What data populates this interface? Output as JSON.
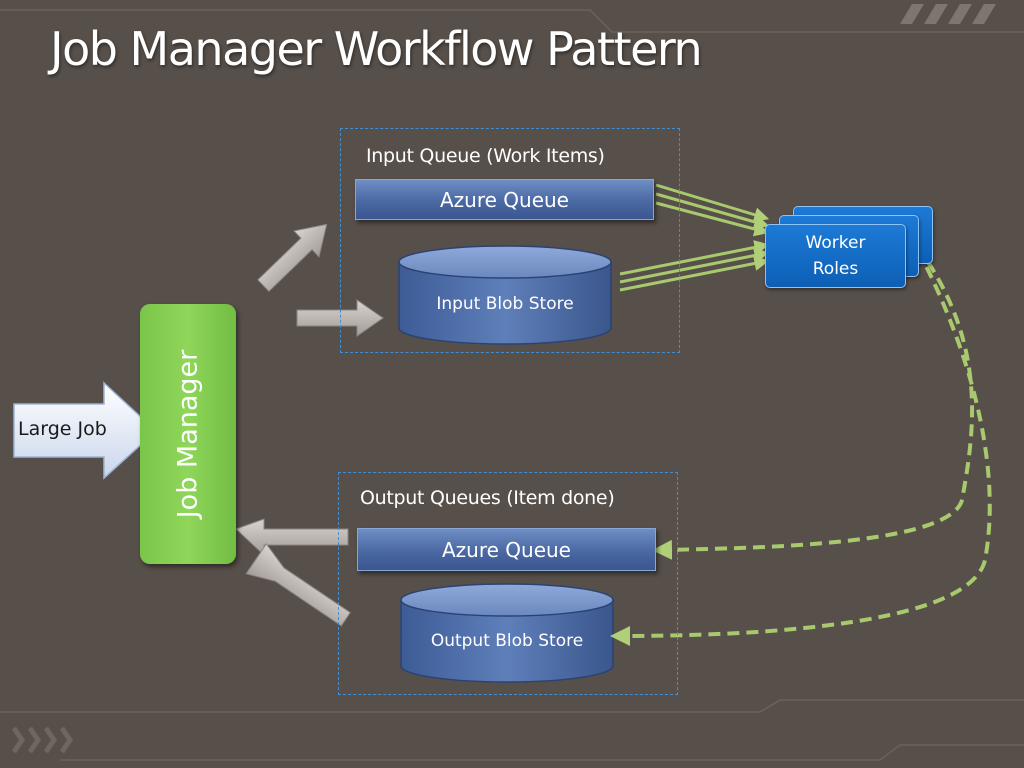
{
  "slide": {
    "title": "Job Manager Workflow Pattern"
  },
  "input_group": {
    "label": "Input Queue (Work Items)",
    "queue_label": "Azure Queue",
    "blob_label": "Input Blob Store"
  },
  "output_group": {
    "label": "Output Queues (Item done)",
    "queue_label": "Azure Queue",
    "blob_label": "Output Blob Store"
  },
  "worker": {
    "label_line1": "Worker",
    "label_line2": "Roles"
  },
  "job_manager": {
    "label": "Job Manager"
  },
  "large_job": {
    "label": "Large Job"
  },
  "colors": {
    "background": "#574f49",
    "group_border": "#3f8fd6",
    "queue_fill": "#4a68a2",
    "job_manager_green": "#8fd65a",
    "worker_blue": "#1d7ad6",
    "flow_arrow_green": "#a8c96e",
    "gray_arrow": "#bdb6b1"
  }
}
